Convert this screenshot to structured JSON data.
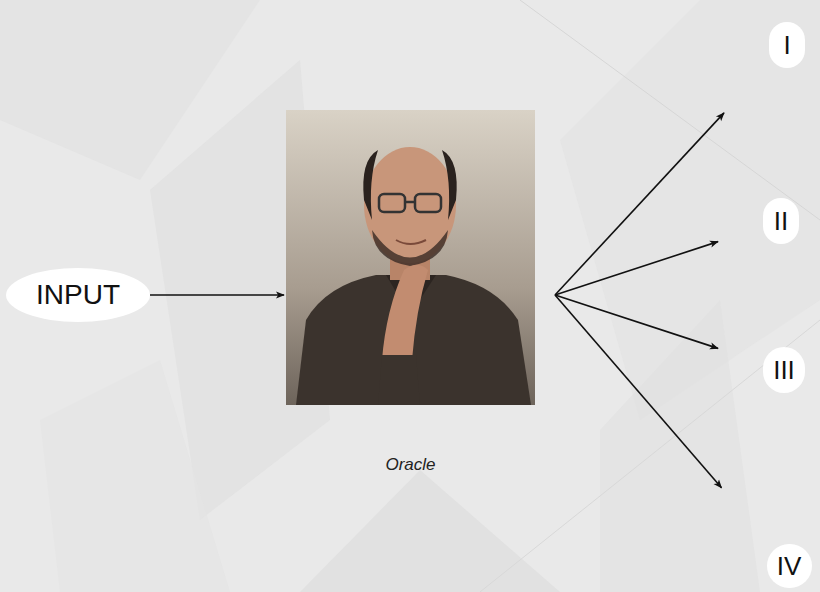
{
  "diagram": {
    "nodes": [
      {
        "text": [
          "INPUT"
        ]
      },
      {
        "text": [
          "Oracle"
        ]
      },
      {
        "text": [
          "I"
        ]
      },
      {
        "text": [
          "II"
        ]
      },
      {
        "text": [
          "III"
        ]
      },
      {
        "text": [
          "IV"
        ]
      }
    ],
    "edges": [
      {
        "from": 0,
        "to": 1,
        "arrow": "to"
      },
      {
        "from": 1,
        "to": 2,
        "arrow": "to"
      },
      {
        "from": 1,
        "to": 3,
        "arrow": "to"
      },
      {
        "from": 1,
        "to": 4,
        "arrow": "to"
      },
      {
        "from": 1,
        "to": 5,
        "arrow": "to"
      }
    ]
  }
}
